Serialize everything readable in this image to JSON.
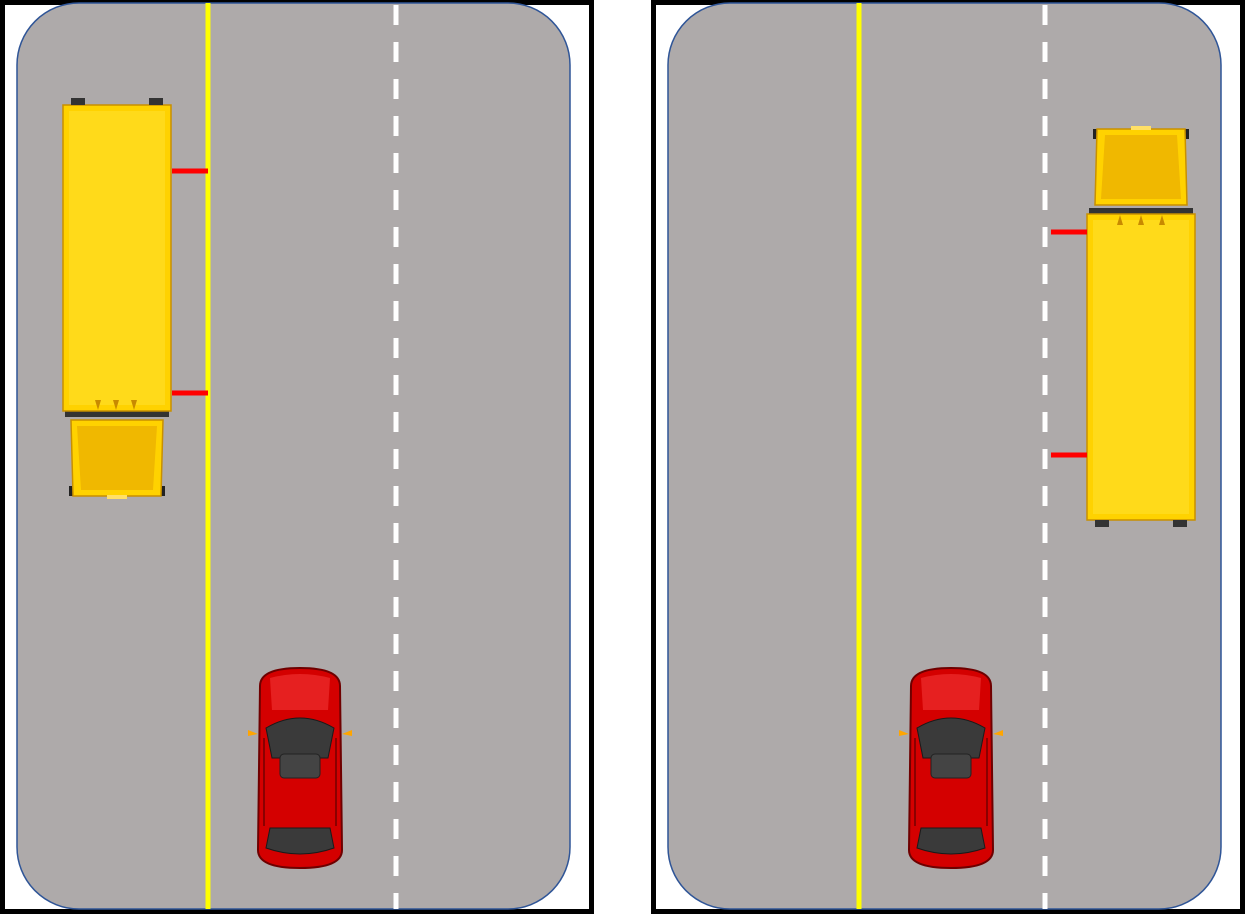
{
  "colors": {
    "road": "#aeaaaa",
    "road_edge": "#2f5597",
    "frame": "#000000",
    "center_line": "#ffff00",
    "lane_line": "#ffffff",
    "bus_body": "#ffd200",
    "bus_shade": "#f0b400",
    "stop_arm": "#ff0000",
    "car_body": "#d40000",
    "car_dark": "#8b0000",
    "glass": "#3a3a3a"
  },
  "panels": [
    {
      "name": "left-scene",
      "bus": {
        "direction": "south",
        "lane": "oncoming",
        "stop_arms": 2
      },
      "car": {
        "direction": "north",
        "lane": "left-northbound"
      }
    },
    {
      "name": "right-scene",
      "bus": {
        "direction": "north",
        "lane": "right-northbound",
        "stop_arms": 2
      },
      "car": {
        "direction": "north",
        "lane": "left-northbound"
      }
    }
  ]
}
